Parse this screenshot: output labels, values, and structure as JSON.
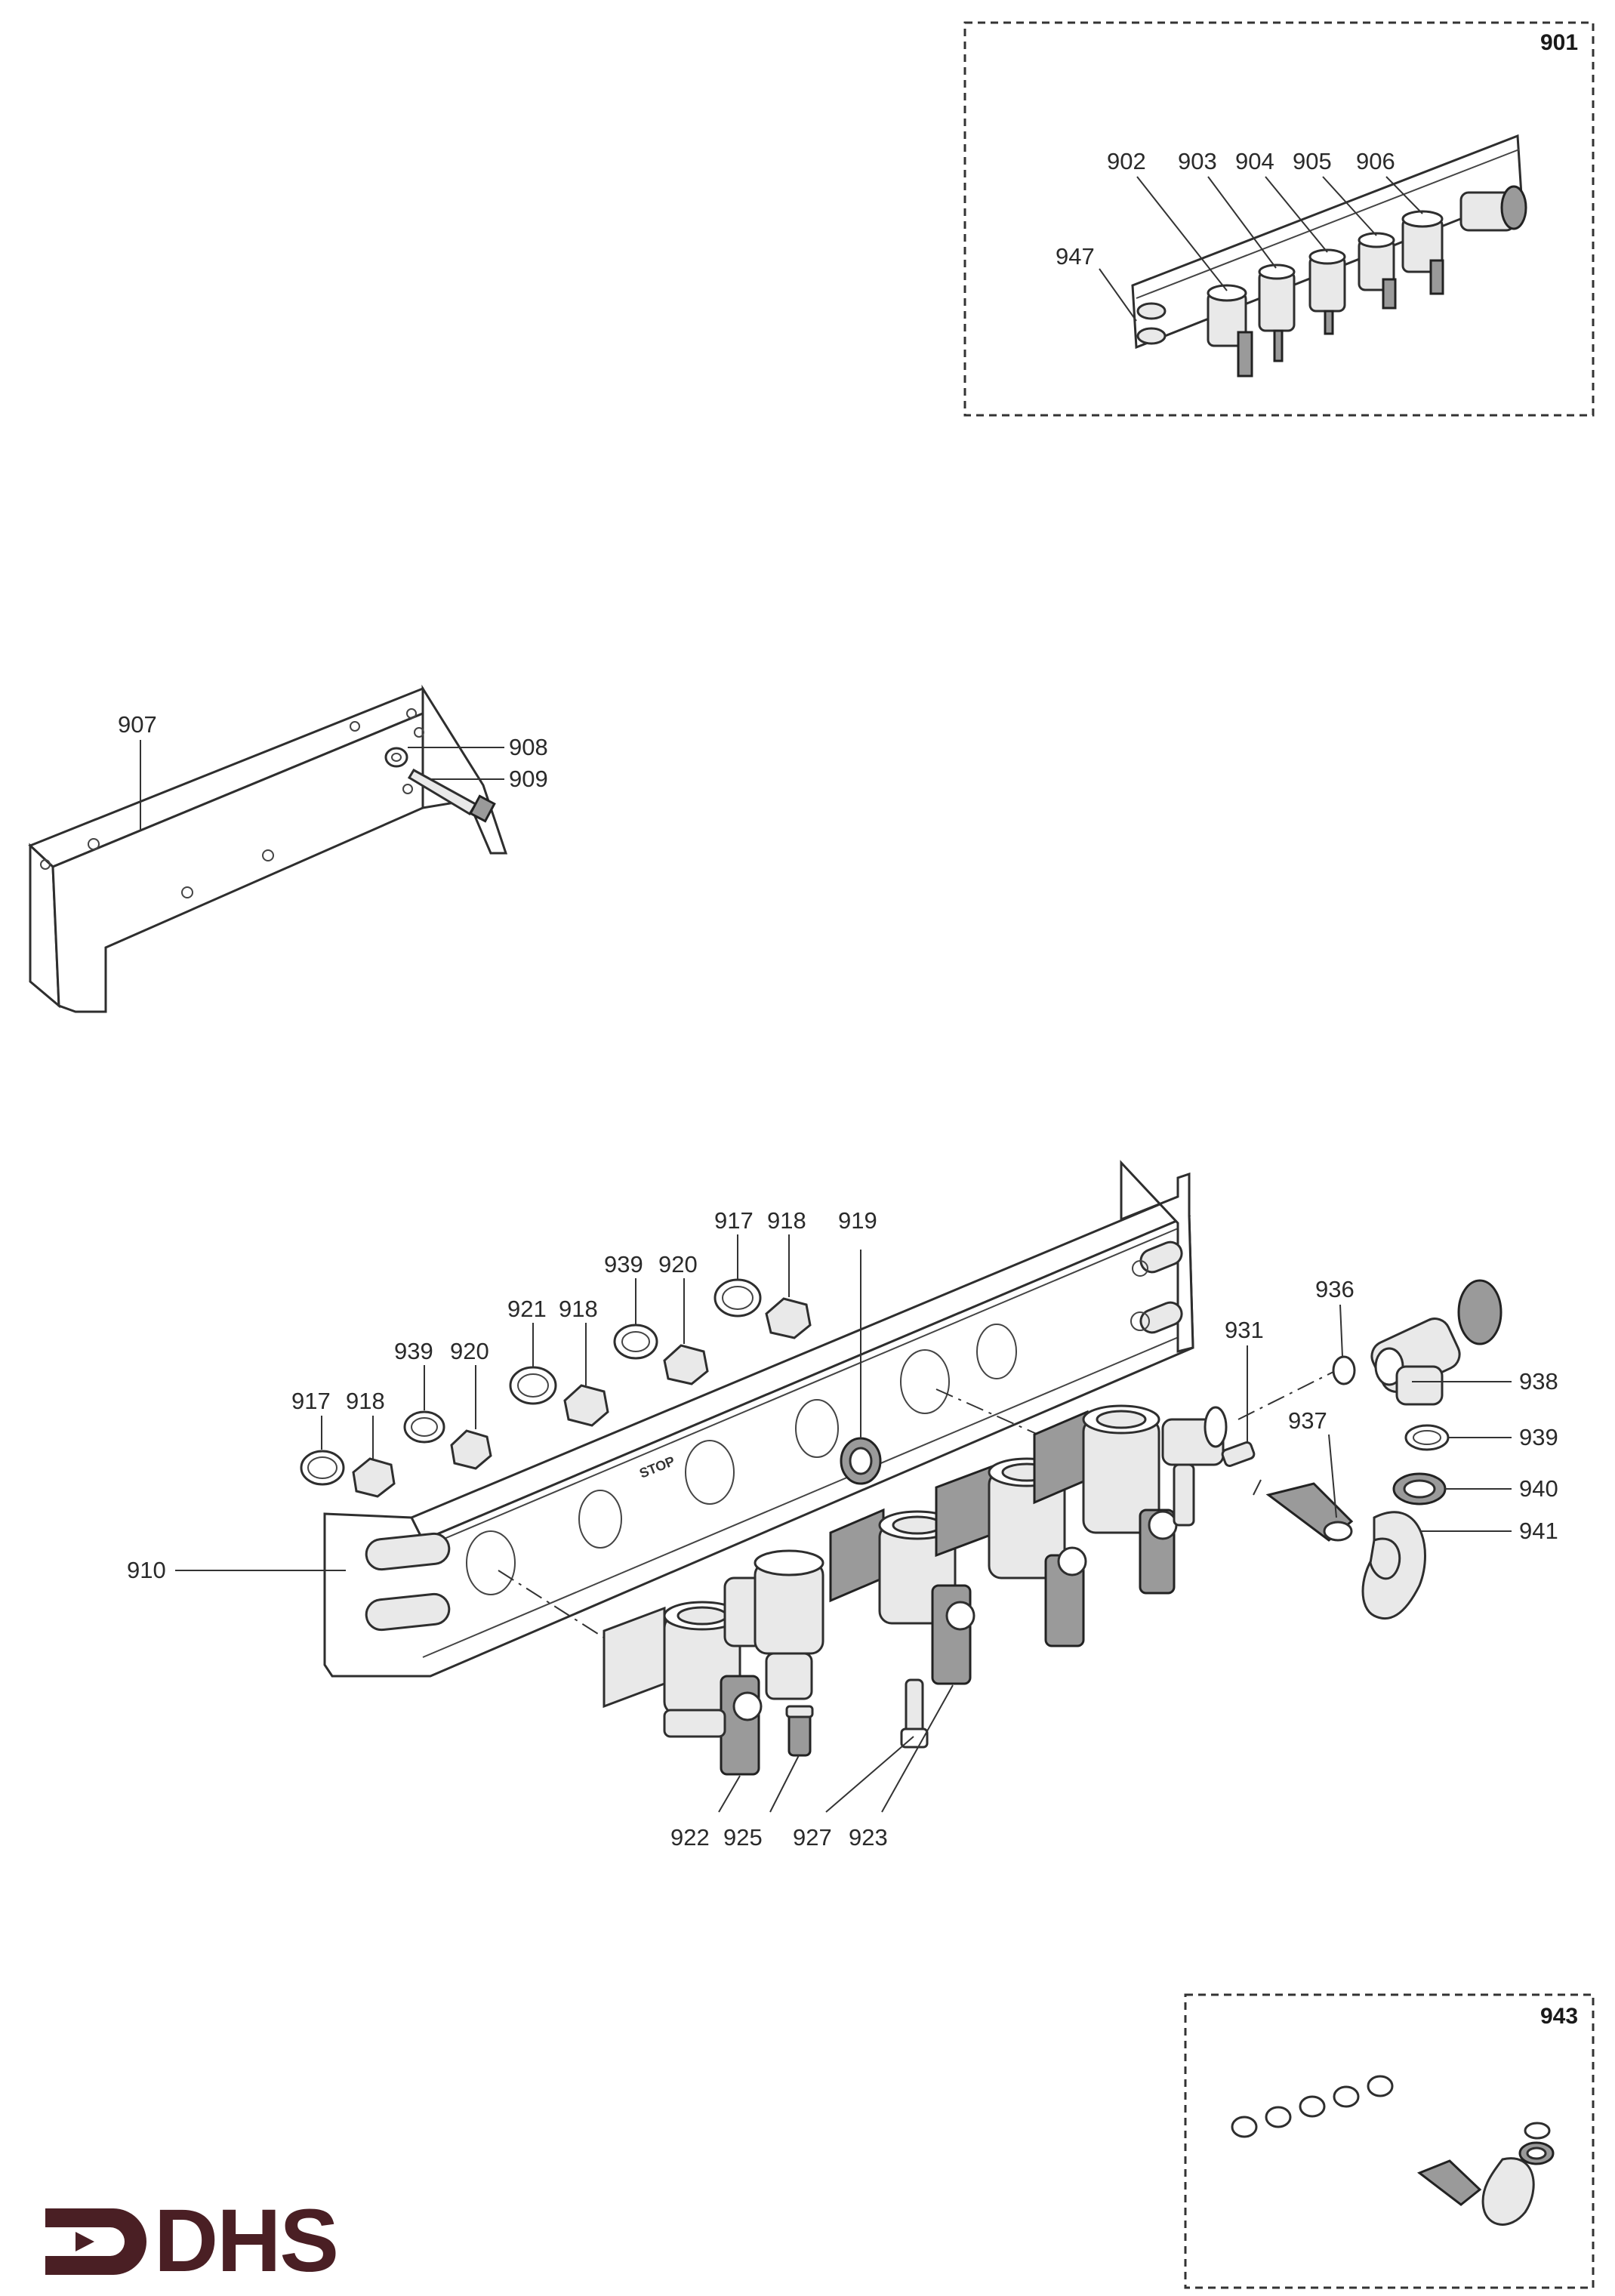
{
  "kits": {
    "valve_kit": "901",
    "seal_kit": "943"
  },
  "parts": {
    "p902": "902",
    "p903": "903",
    "p904": "904",
    "p905": "905",
    "p906": "906",
    "p947": "947",
    "p907": "907",
    "p908": "908",
    "p909": "909",
    "p910": "910",
    "p917a": "917",
    "p918a": "918",
    "p939a": "939",
    "p920a": "920",
    "p921": "921",
    "p918b": "918",
    "p939b": "939",
    "p920b": "920",
    "p917b": "917",
    "p918c": "918",
    "p919": "919",
    "p931": "931",
    "p936": "936",
    "p937": "937",
    "p938": "938",
    "p939c": "939",
    "p940": "940",
    "p941": "941",
    "p922": "922",
    "p925": "925",
    "p927": "927",
    "p923": "923"
  },
  "rail_marking": "STOP",
  "logo": {
    "text": "DHS",
    "color": "#4a1f24"
  }
}
